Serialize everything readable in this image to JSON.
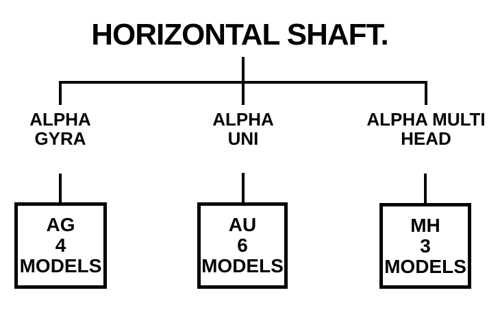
{
  "diagram": {
    "title": "HORIZONTAL SHAFT.",
    "background_color": "#ffffff",
    "line_color": "#000000",
    "text_color": "#000000",
    "branches": [
      {
        "label": {
          "line1": "ALPHA",
          "line2": "GYRA"
        },
        "box": {
          "line1": "AG",
          "line2": "4",
          "line3": "MODELS"
        }
      },
      {
        "label": {
          "line1": "ALPHA",
          "line2": "UNI"
        },
        "box": {
          "line1": "AU",
          "line2": "6",
          "line3": "MODELS"
        }
      },
      {
        "label": {
          "line1": "ALPHA MULTI",
          "line2": "HEAD"
        },
        "box": {
          "line1": "MH",
          "line2": "3",
          "line3": "MODELS"
        }
      }
    ]
  }
}
